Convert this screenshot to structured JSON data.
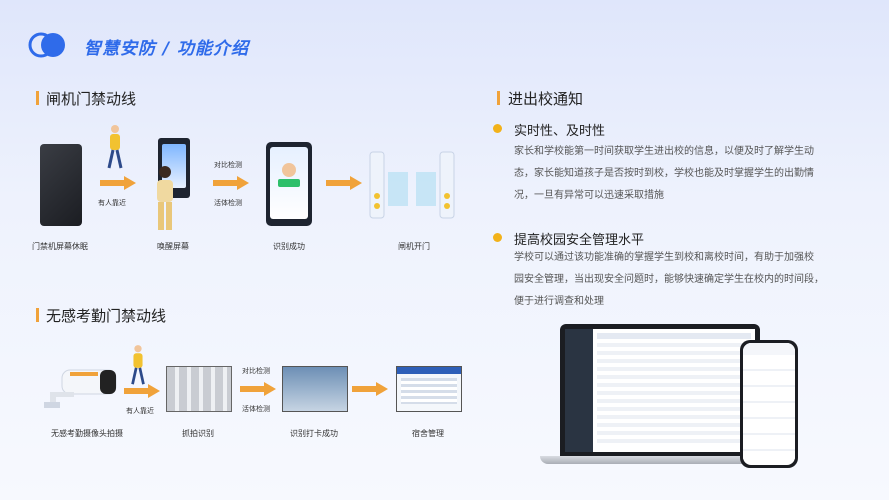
{
  "header": {
    "title": "智慧安防 / 功能介绍"
  },
  "gate_section": {
    "heading": "闸机门禁动线",
    "steps": [
      "门禁机屏幕休眠",
      "唤醒屏幕",
      "识别成功",
      "闸机开门"
    ],
    "arrow_labels": {
      "approach": "有人靠近",
      "compare": "对比检测",
      "liveness": "活体检测"
    }
  },
  "attendance_section": {
    "heading": "无感考勤门禁动线",
    "steps": [
      "无感考勤摄像头拍摄",
      "抓拍识别",
      "识别打卡成功",
      "宿舍管理"
    ],
    "arrow_labels": {
      "approach": "有人靠近",
      "compare": "对比检测",
      "liveness": "活体检测"
    }
  },
  "notify_section": {
    "heading": "进出校通知",
    "items": [
      {
        "title": "实时性、及时性",
        "lines": [
          "家长和学校能第一时间获取学生进出校的信息，以便及时了解学生动",
          "态，家长能知道孩子是否按时到校，学校也能及时掌握学生的出勤情",
          "况，一旦有异常可以迅速采取措施"
        ]
      },
      {
        "title": "提高校园安全管理水平",
        "lines": [
          "学校可以通过该功能准确的掌握学生到校和离校时间，有助于加强校",
          "园安全管理，当出现安全问题时，能够快速确定学生在校内的时间段，",
          "便于进行调查和处理"
        ]
      }
    ]
  },
  "colors": {
    "accent": "#2f6bea",
    "orange": "#f0a23a",
    "bullet": "#f2b21a"
  }
}
